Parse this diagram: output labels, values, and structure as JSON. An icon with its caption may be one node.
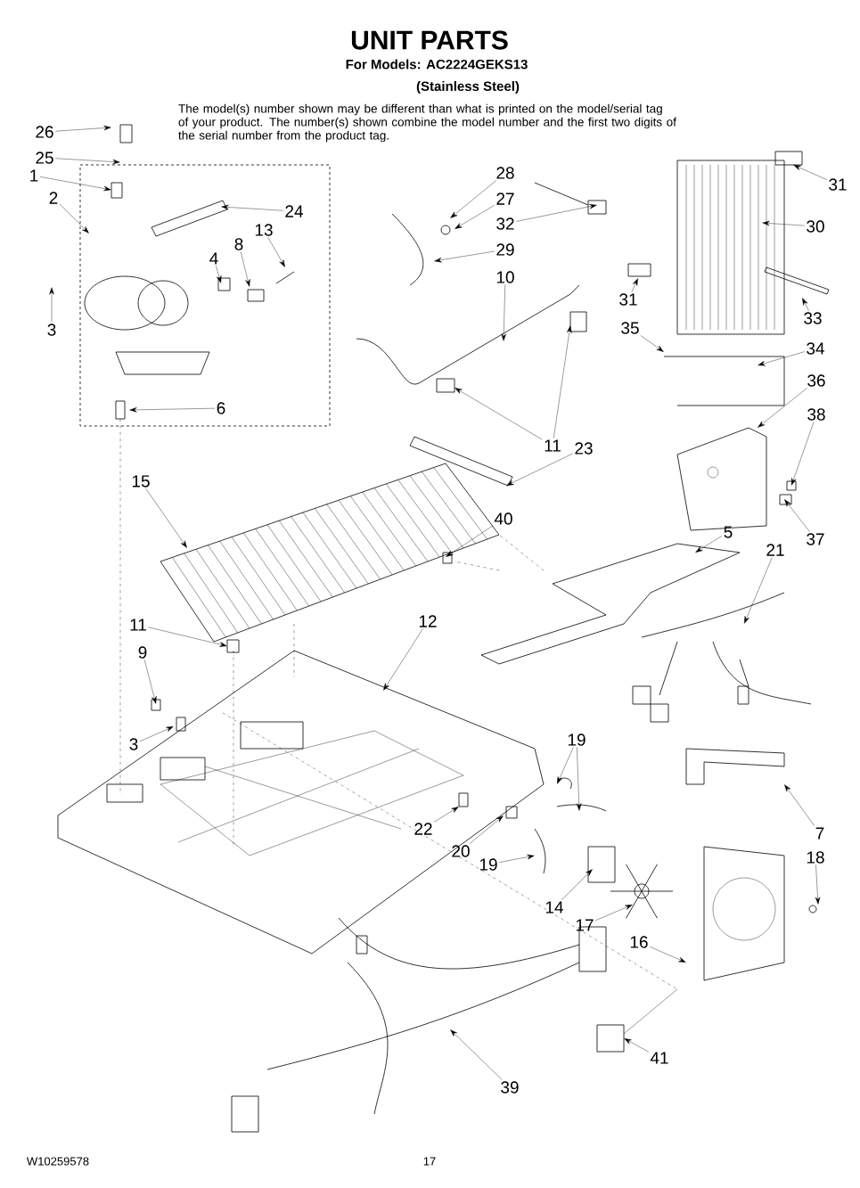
{
  "diagram": {
    "title": "UNIT PARTS",
    "nodes": [
      {
        "text": [
          "26"
        ]
      },
      {
        "text": [
          "25"
        ]
      },
      {
        "text": [
          "1"
        ]
      },
      {
        "text": [
          "2"
        ]
      },
      {
        "text": [
          "28"
        ]
      },
      {
        "text": [
          "31"
        ]
      },
      {
        "text": [
          "24"
        ]
      },
      {
        "text": [
          "27"
        ]
      },
      {
        "text": [
          "32"
        ]
      },
      {
        "text": [
          "30"
        ]
      },
      {
        "text": [
          "13"
        ]
      },
      {
        "text": [
          "8"
        ]
      },
      {
        "text": [
          "4"
        ]
      },
      {
        "text": [
          "29"
        ]
      },
      {
        "text": [
          "10"
        ]
      },
      {
        "text": [
          "3"
        ]
      },
      {
        "text": [
          "33"
        ]
      },
      {
        "text": [
          "35"
        ]
      },
      {
        "text": [
          "31"
        ]
      },
      {
        "text": [
          "34"
        ]
      },
      {
        "text": [
          "36"
        ]
      },
      {
        "text": [
          "6"
        ]
      },
      {
        "text": [
          "38"
        ]
      },
      {
        "text": [
          "11"
        ]
      },
      {
        "text": [
          "23"
        ]
      },
      {
        "text": [
          "15"
        ]
      },
      {
        "text": [
          "40"
        ]
      },
      {
        "text": [
          "5"
        ]
      },
      {
        "text": [
          "37"
        ]
      },
      {
        "text": [
          "21"
        ]
      },
      {
        "text": [
          "12"
        ]
      },
      {
        "text": [
          "11"
        ]
      },
      {
        "text": [
          "9"
        ]
      },
      {
        "text": [
          "19"
        ]
      },
      {
        "text": [
          "3"
        ]
      },
      {
        "text": [
          "22"
        ]
      },
      {
        "text": [
          "7"
        ]
      },
      {
        "text": [
          "20"
        ]
      },
      {
        "text": [
          "18"
        ]
      },
      {
        "text": [
          "19"
        ]
      },
      {
        "text": [
          "14"
        ]
      },
      {
        "text": [
          "17"
        ]
      },
      {
        "text": [
          "16"
        ]
      },
      {
        "text": [
          "41"
        ]
      },
      {
        "text": [
          "39"
        ]
      }
    ],
    "edges": [
      {
        "from": 0,
        "to": null,
        "arrow": "to"
      },
      {
        "from": 1,
        "to": null,
        "arrow": "to"
      },
      {
        "from": 2,
        "to": null,
        "arrow": "to"
      },
      {
        "from": 3,
        "to": null,
        "arrow": "to"
      },
      {
        "from": 4,
        "to": null,
        "arrow": "to"
      },
      {
        "from": 5,
        "to": null,
        "arrow": "to"
      },
      {
        "from": 6,
        "to": null,
        "arrow": "to"
      },
      {
        "from": 7,
        "to": null,
        "arrow": "to"
      },
      {
        "from": 8,
        "to": null,
        "arrow": "to"
      },
      {
        "from": 9,
        "to": null,
        "arrow": "to"
      },
      {
        "from": 10,
        "to": null,
        "arrow": "to"
      },
      {
        "from": 11,
        "to": null,
        "arrow": "to"
      },
      {
        "from": 12,
        "to": null,
        "arrow": "to"
      },
      {
        "from": 13,
        "to": null,
        "arrow": "to"
      },
      {
        "from": 14,
        "to": null,
        "arrow": "to"
      },
      {
        "from": 15,
        "to": null,
        "arrow": "to"
      },
      {
        "from": 16,
        "to": null,
        "arrow": "to"
      },
      {
        "from": 17,
        "to": null,
        "arrow": "to"
      },
      {
        "from": 18,
        "to": null,
        "arrow": "to"
      },
      {
        "from": 19,
        "to": null,
        "arrow": "to"
      },
      {
        "from": 20,
        "to": null,
        "arrow": "to"
      },
      {
        "from": 21,
        "to": null,
        "arrow": "to"
      },
      {
        "from": 22,
        "to": null,
        "arrow": "to"
      },
      {
        "from": 23,
        "to": null,
        "arrow": "to"
      },
      {
        "from": 23,
        "to": null,
        "arrow": "to"
      },
      {
        "from": 24,
        "to": null,
        "arrow": "to"
      },
      {
        "from": 25,
        "to": null,
        "arrow": "to"
      },
      {
        "from": 26,
        "to": null,
        "arrow": "to"
      },
      {
        "from": 27,
        "to": null,
        "arrow": "to"
      },
      {
        "from": 28,
        "to": null,
        "arrow": "to"
      },
      {
        "from": 29,
        "to": null,
        "arrow": "to"
      },
      {
        "from": 30,
        "to": null,
        "arrow": "to"
      },
      {
        "from": 31,
        "to": null,
        "arrow": "to"
      },
      {
        "from": 32,
        "to": null,
        "arrow": "to"
      },
      {
        "from": 33,
        "to": null,
        "arrow": "to"
      },
      {
        "from": 33,
        "to": null,
        "arrow": "to"
      },
      {
        "from": 34,
        "to": null,
        "arrow": "to"
      },
      {
        "from": 35,
        "to": null,
        "arrow": "to"
      },
      {
        "from": 36,
        "to": null,
        "arrow": "to"
      },
      {
        "from": 37,
        "to": null,
        "arrow": "to"
      },
      {
        "from": 38,
        "to": null,
        "arrow": "to"
      },
      {
        "from": 39,
        "to": null,
        "arrow": "to"
      },
      {
        "from": 40,
        "to": null,
        "arrow": "to"
      },
      {
        "from": 41,
        "to": null,
        "arrow": "to"
      },
      {
        "from": 42,
        "to": null,
        "arrow": "to"
      },
      {
        "from": 43,
        "to": null,
        "arrow": "to"
      },
      {
        "from": 44,
        "to": null,
        "arrow": "to"
      }
    ],
    "labels": [
      "For Models: AC2224GEKS13",
      "(Stainless Steel)",
      "The model(s) number shown may be different than what is printed on the model/serial tag of your product. The number(s) shown combine the model number and the first two digits of the serial number from the product tag.",
      "W10259578",
      "17"
    ]
  }
}
